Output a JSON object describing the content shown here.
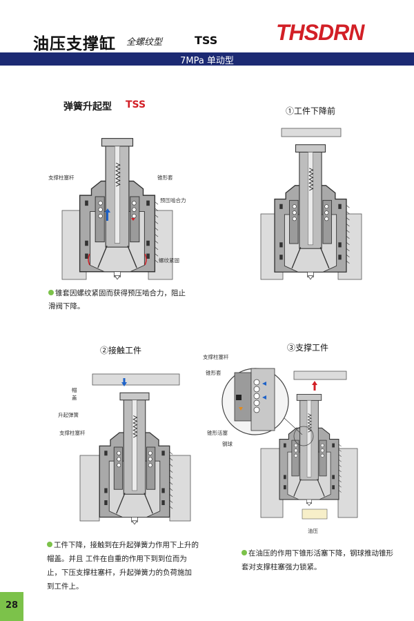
{
  "header": {
    "title": "油压支撑缸",
    "subtitle": "全螺纹型",
    "model": "TSS",
    "brand": "THSDRN",
    "brand_color": "#d21f26",
    "bar_text": "7MPa   单动型",
    "bar_color": "#1c2a73"
  },
  "section_main": {
    "title": "弹簧升起型",
    "model": "TSS",
    "labels": {
      "plunger": "支撑柱塞杆",
      "taper_sleeve": "锥形套",
      "preload": "预压啮合力",
      "nut": "螺纹紧固"
    },
    "note": "锥套因螺纹紧固而获得预压啮合力，阻止滑阀下降。"
  },
  "step1": {
    "title": "①工件下降前"
  },
  "step2": {
    "title": "②接触工件",
    "labels": {
      "cap": "帽盖",
      "spring": "升起弹簧",
      "plunger": "支撑柱塞杆"
    },
    "note": "工件下降，接触到在升起弹簧力作用下上升的帽盖。并且 工件在自重的作用下到到位而为止，下压支撑柱塞杆，升起弹簧力的负荷施加到工件上。"
  },
  "step3": {
    "title": "③支撑工件",
    "labels": {
      "plunger": "支撑柱塞杆",
      "taper_sleeve": "锥形套",
      "taper_piston": "锥形活塞",
      "steel_ball": "钢球",
      "oil_pressure": "油压"
    },
    "note": "在油压的作用下锥形活塞下降，钢球推动锥形套对支撑柱塞强力锁紧。"
  },
  "page_number": "28",
  "accent_green": "#7cc24a"
}
